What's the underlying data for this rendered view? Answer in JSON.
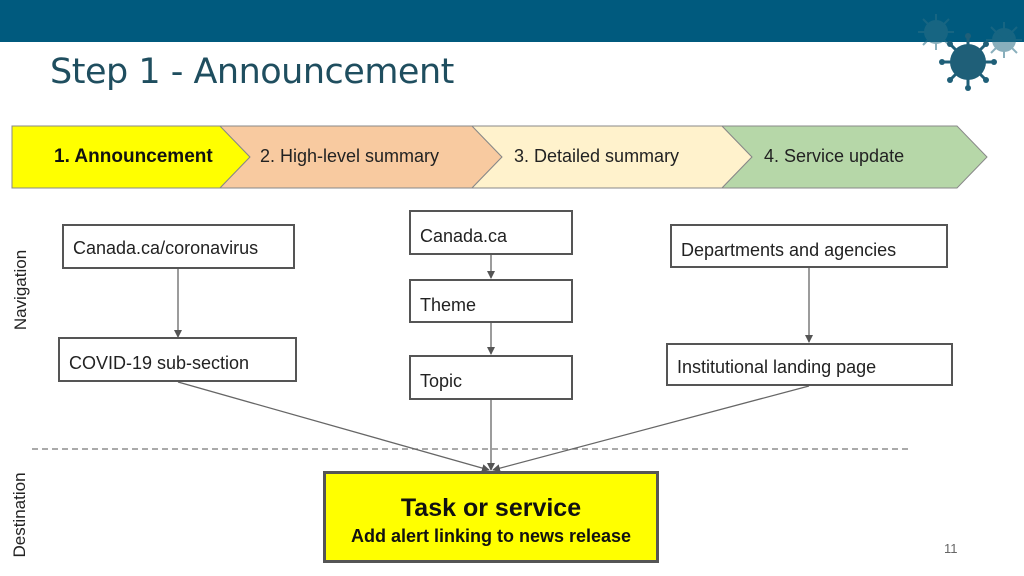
{
  "slide": {
    "title": "Step 1 - Announcement",
    "page_number": "11",
    "colors": {
      "top_bar": "#005a7e",
      "title": "#1f4e5f",
      "task_box": "#ffff00"
    }
  },
  "steps": [
    {
      "label": "1. Announcement",
      "color": "#ffff00",
      "active": true
    },
    {
      "label": "2. High-level summary",
      "color": "#f8caa0"
    },
    {
      "label": "3. Detailed summary",
      "color": "#fff2cc"
    },
    {
      "label": "4. Service update",
      "color": "#b6d7a8"
    }
  ],
  "side_labels": {
    "navigation": "Navigation",
    "destination": "Destination"
  },
  "nodes": {
    "canada_coronavirus": "Canada.ca/coronavirus",
    "covid_subsection": "COVID-19 sub-section",
    "canada_ca": "Canada.ca",
    "theme": "Theme",
    "topic": "Topic",
    "departments": "Departments and agencies",
    "institutional": "Institutional landing page"
  },
  "task": {
    "title": "Task or service",
    "subtitle": "Add alert linking to news release"
  }
}
